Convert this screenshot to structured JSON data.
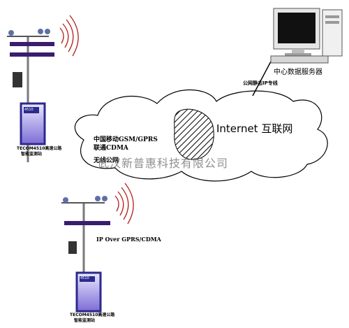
{
  "server": {
    "label": "中心数据服务器"
  },
  "link_static": {
    "label": "公网静态IP专线"
  },
  "internet": {
    "label": "Internet 互联网"
  },
  "mobile": {
    "line1": "中国移动GSM/GPRS",
    "line2": "联通CDMA"
  },
  "wireless": {
    "label": "无线公网"
  },
  "watermark": {
    "text": "武汉新普惠科技有限公司"
  },
  "station_top": {
    "name_line1": "TECOM4510高速公路",
    "name_line2": "智能监测站",
    "screen": "4510"
  },
  "station_bottom": {
    "name_line1": "TECOM4510高速公路",
    "name_line2": "智能监测站",
    "screen": "4510"
  },
  "link_bottom": {
    "label": "IP Over GPRS/CDMA"
  },
  "colors": {
    "cabinet": "#2c2a8c",
    "arm": "#3a1d6e",
    "pole": "#7a7a7a",
    "wave": "#b71c1c",
    "line": "#000000"
  }
}
